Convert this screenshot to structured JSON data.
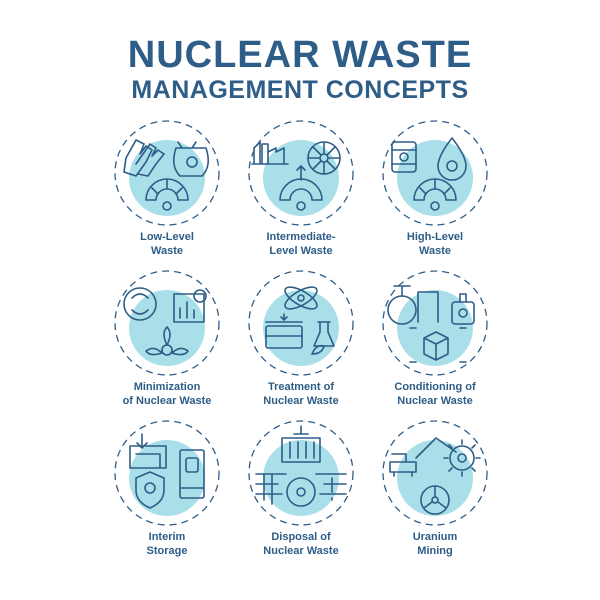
{
  "title": {
    "line1": "NUCLEAR WASTE",
    "line2": "MANAGEMENT CONCEPTS"
  },
  "items": [
    {
      "icon": "low-level-waste-icon",
      "line1": "Low-Level",
      "line2": "Waste"
    },
    {
      "icon": "intermediate-level-waste-icon",
      "line1": "Intermediate-",
      "line2": "Level Waste"
    },
    {
      "icon": "high-level-waste-icon",
      "line1": "High-Level",
      "line2": "Waste"
    },
    {
      "icon": "minimization-icon",
      "line1": "Minimization",
      "line2": "of Nuclear Waste"
    },
    {
      "icon": "treatment-icon",
      "line1": "Treatment of",
      "line2": "Nuclear Waste"
    },
    {
      "icon": "conditioning-icon",
      "line1": "Conditioning of",
      "line2": "Nuclear Waste"
    },
    {
      "icon": "interim-storage-icon",
      "line1": "Interim",
      "line2": "Storage"
    },
    {
      "icon": "disposal-icon",
      "line1": "Disposal of",
      "line2": "Nuclear Waste"
    },
    {
      "icon": "uranium-mining-icon",
      "line1": "Uranium",
      "line2": "Mining"
    }
  ],
  "colors": {
    "primary": "#2e5d88",
    "accent": "#a9dfe8"
  }
}
